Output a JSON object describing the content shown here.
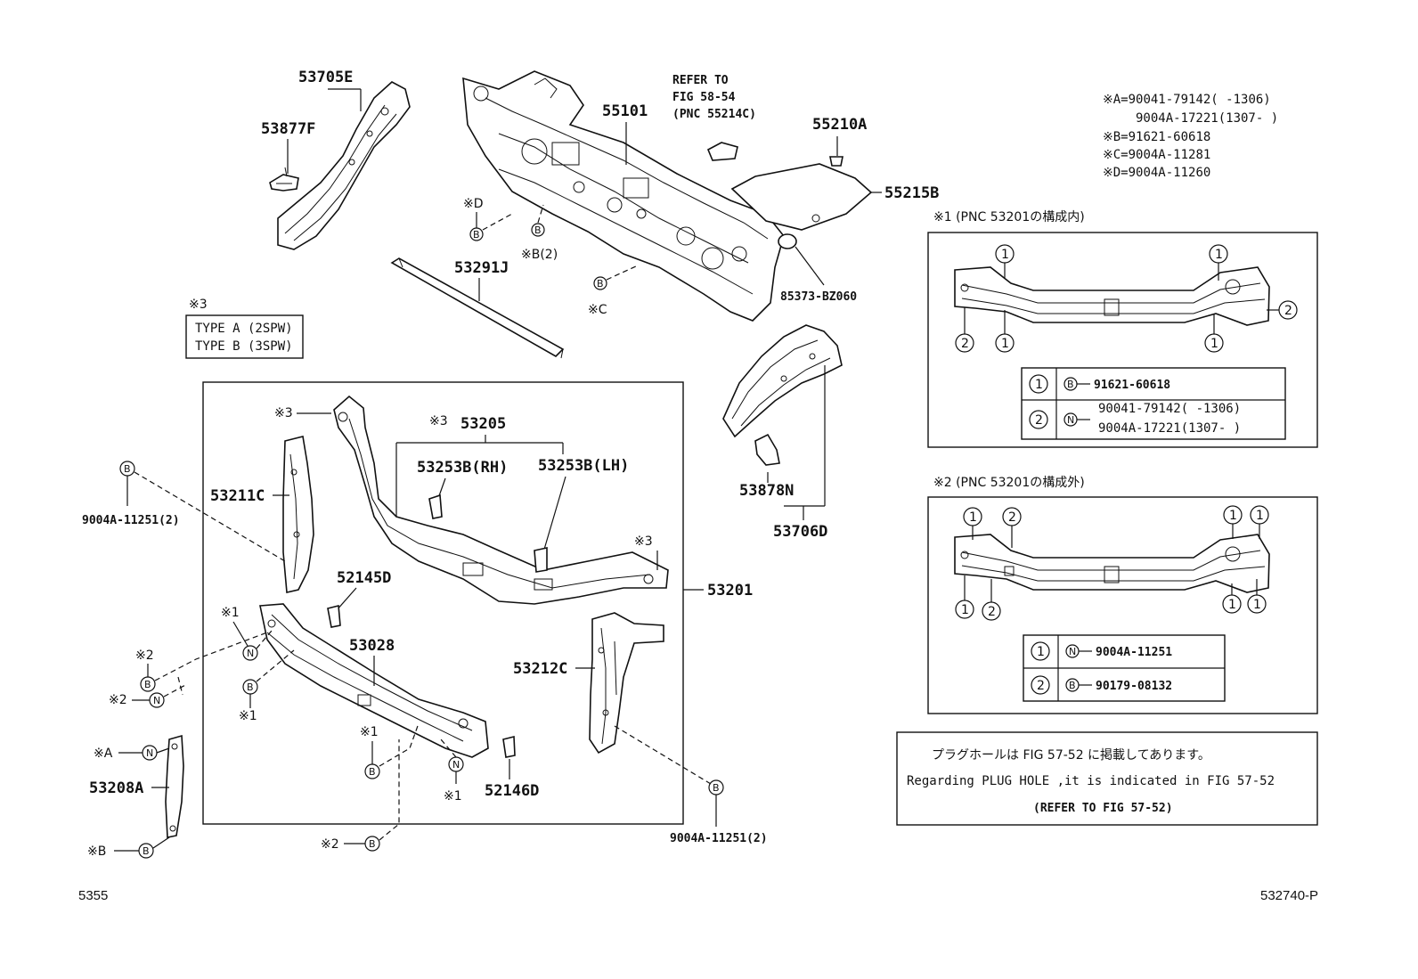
{
  "parts": {
    "p53705E": "53705E",
    "p53877F": "53877F",
    "p55101": "55101",
    "p55210A": "55210A",
    "p55215B": "55215B",
    "p85373": "85373-BZ060",
    "p53291J": "53291J",
    "p53205": "53205",
    "p53253B_RH": "53253B(RH)",
    "p53253B_LH": "53253B(LH)",
    "p53211C": "53211C",
    "p52145D": "52145D",
    "p53028": "53028",
    "p53201": "53201",
    "p53212C": "53212C",
    "p52146D": "52146D",
    "p53208A": "53208A",
    "p53878N": "53878N",
    "p53706D": "53706D",
    "bolt_left": "9004A-11251(2)",
    "bolt_right": "9004A-11251(2)"
  },
  "refer": {
    "line1": "REFER TO",
    "line2": "FIG 58-54",
    "line3": "(PNC 55214C)"
  },
  "fastener_legend": {
    "a1": "※A=90041-79142(     -1306)",
    "a2": "9004A-17221(1307-     )",
    "b": "※B=91621-60618",
    "c": "※C=9004A-11281",
    "d": "※D=9004A-11260"
  },
  "type_box": {
    "mark": "※3",
    "type_a": "TYPE A (2SPW)",
    "type_b": "TYPE B (3SPW)"
  },
  "marks": {
    "m1": "※1",
    "m2": "※2",
    "m3": "※3",
    "mA": "※A",
    "mB": "※B",
    "mC": "※C",
    "mD": "※D",
    "mB2": "※B(2)"
  },
  "symbols": {
    "b": "B",
    "n": "N",
    "one": "1",
    "two": "2"
  },
  "inset1": {
    "title": "※1 (PNC 53201の構成内)",
    "row1_part": "91621-60618",
    "row2_part_a": "90041-79142(    -1306)",
    "row2_part_b": "9004A-17221(1307-     )"
  },
  "inset2": {
    "title": "※2 (PNC 53201の構成外)",
    "row1_part": "9004A-11251",
    "row2_part": "90179-08132"
  },
  "plug_note": {
    "jp": "プラグホールは FIG 57-52 に掲載してあります。",
    "en": "Regarding PLUG HOLE ,it is indicated in FIG 57-52",
    "refer": "(REFER TO FIG 57-52)"
  },
  "footer": {
    "left": "5355",
    "right": "532740-P"
  }
}
